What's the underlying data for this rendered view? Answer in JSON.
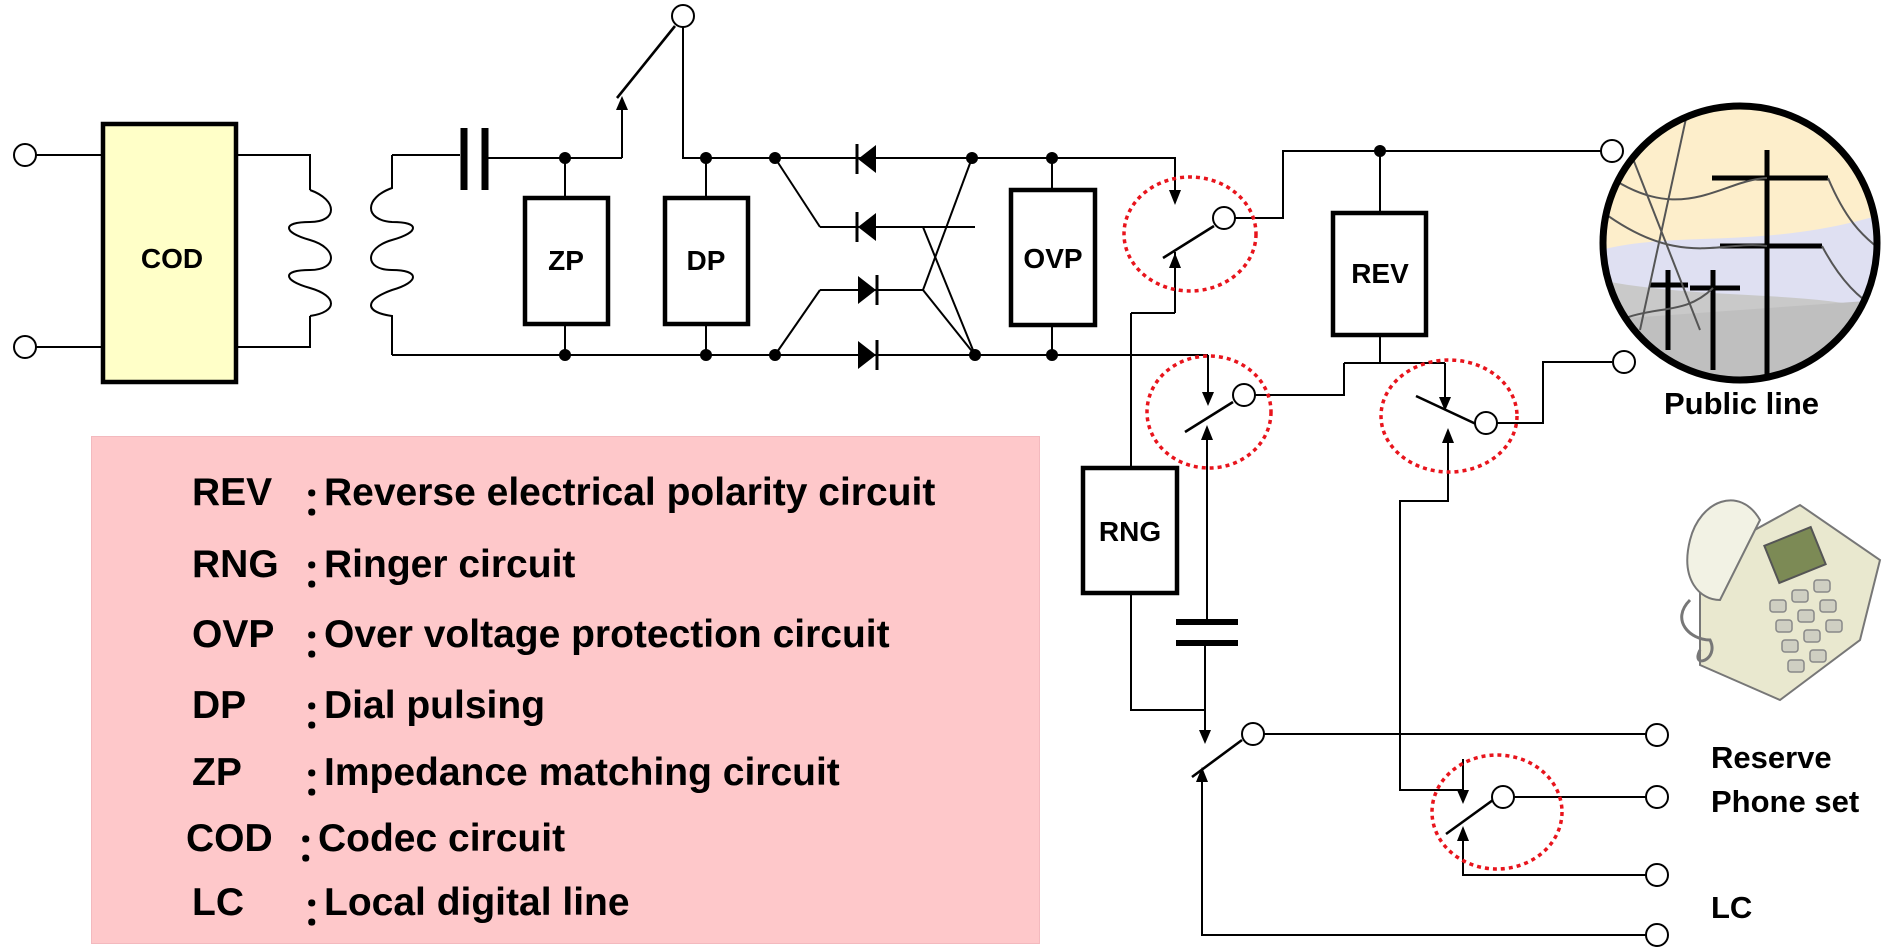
{
  "diagram": {
    "blocks": {
      "cod": "COD",
      "zp": "ZP",
      "dp": "DP",
      "ovp": "OVP",
      "rev": "REV",
      "rng": "RNG"
    },
    "labels": {
      "public_line": "Public line",
      "reserve": "Reserve",
      "phone_set": "Phone set",
      "lc": "LC"
    },
    "icons": [
      "utility-pole-icon",
      "telephone-icon"
    ]
  },
  "legend": {
    "background": "#fec8ca",
    "separator": "：",
    "items": [
      {
        "abbr": "REV",
        "desc": "Reverse electrical polarity circuit"
      },
      {
        "abbr": "RNG",
        "desc": "Ringer circuit"
      },
      {
        "abbr": "OVP",
        "desc": "Over voltage protection circuit"
      },
      {
        "abbr": "DP",
        "desc": "Dial pulsing"
      },
      {
        "abbr": "ZP",
        "desc": "Impedance matching circuit"
      },
      {
        "abbr": "COD",
        "desc": "Codec circuit"
      },
      {
        "abbr": "LC",
        "desc": "Local digital line"
      }
    ]
  },
  "colors": {
    "cod_fill": "#ffffc8",
    "highlight_ring": "#e8141c"
  }
}
